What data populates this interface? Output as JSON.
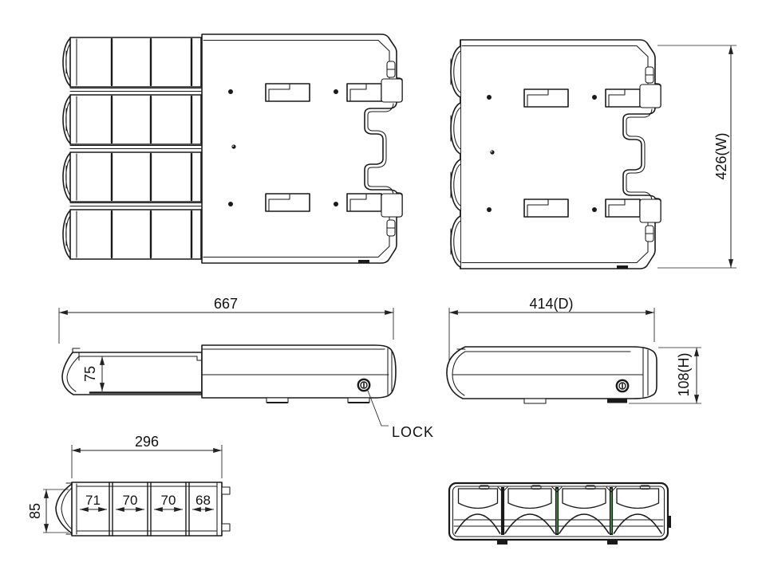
{
  "dims": {
    "overall_length": "667",
    "overall_width": "426(W)",
    "overall_depth": "414(D)",
    "overall_height": "108(H)",
    "drawer_front_height": "75",
    "drawer_length": "296",
    "drawer_width": "85",
    "cell_widths": [
      "71",
      "70",
      "70",
      "68"
    ]
  },
  "labels": {
    "lock": "LOCK"
  },
  "colors": {
    "line": "#1a1a1a",
    "dimension": "#222222",
    "divider_accent_green": "#3f7d3f",
    "background": "#ffffff"
  }
}
